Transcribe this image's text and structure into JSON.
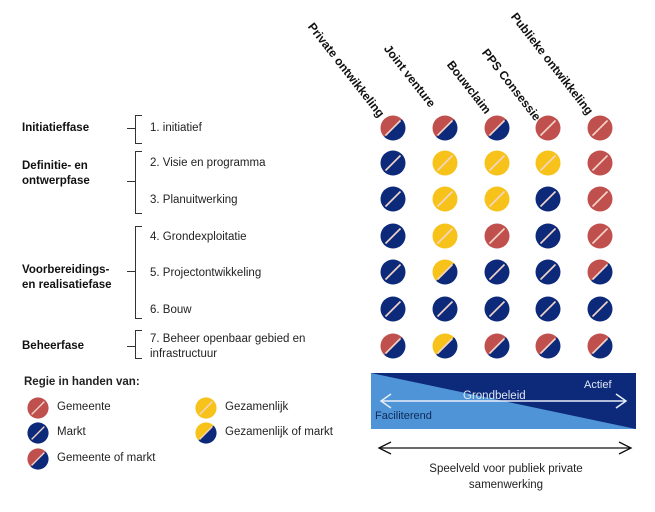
{
  "colors": {
    "gemeente": "#c0504d",
    "markt": "#0d2a7a",
    "gezamenlijk": "#f7c21a",
    "divider": "#f3d6c8",
    "band_light": "#4f94d6",
    "band_dark": "#0d2a7a"
  },
  "columns": [
    "Private ontwikkeling",
    "Joint venture",
    "Bouwclaim",
    "PPS Consessie",
    "Publieke ontwikkeling"
  ],
  "phases": [
    {
      "label": "Initiatieffase"
    },
    {
      "label": "Definitie- en ontwerpfase"
    },
    {
      "label": "Voorbereidings- en realisatiefase"
    },
    {
      "label": "Beheerfase"
    }
  ],
  "steps": [
    {
      "label": "1. initiatief",
      "cells": [
        "RB",
        "RB",
        "RB",
        "R",
        "R"
      ]
    },
    {
      "label": "2. Visie en programma",
      "cells": [
        "B",
        "Y",
        "Y",
        "Y",
        "R"
      ]
    },
    {
      "label": "3. Planuitwerking",
      "cells": [
        "B",
        "Y",
        "Y",
        "B",
        "R"
      ]
    },
    {
      "label": "4. Grondexploitatie",
      "cells": [
        "B",
        "Y",
        "R",
        "B",
        "R"
      ]
    },
    {
      "label": "5. Projectontwikkeling",
      "cells": [
        "B",
        "YB",
        "B",
        "B",
        "RB"
      ]
    },
    {
      "label": "6. Bouw",
      "cells": [
        "B",
        "B",
        "B",
        "B",
        "B"
      ]
    },
    {
      "label": "7. Beheer openbaar gebied en infrastructuur",
      "label_line1": "7. Beheer openbaar gebied en",
      "label_line2": "infrastructuur",
      "cells": [
        "RB",
        "YB",
        "RB",
        "RB",
        "RB"
      ]
    }
  ],
  "legend": {
    "title": "Regie in handen van:",
    "items": [
      {
        "code": "R",
        "label": "Gemeente"
      },
      {
        "code": "B",
        "label": "Markt"
      },
      {
        "code": "RB",
        "label": "Gemeente of markt"
      },
      {
        "code": "Y",
        "label": "Gezamenlijk"
      },
      {
        "code": "YB",
        "label": "Gezamenlijk of markt"
      }
    ]
  },
  "grondbeleid": {
    "title": "Grondbeleid",
    "left": "Faciliterend",
    "right": "Actief"
  },
  "speelveld": {
    "line1": "Speelveld voor publiek private",
    "line2": "samenwerking"
  }
}
